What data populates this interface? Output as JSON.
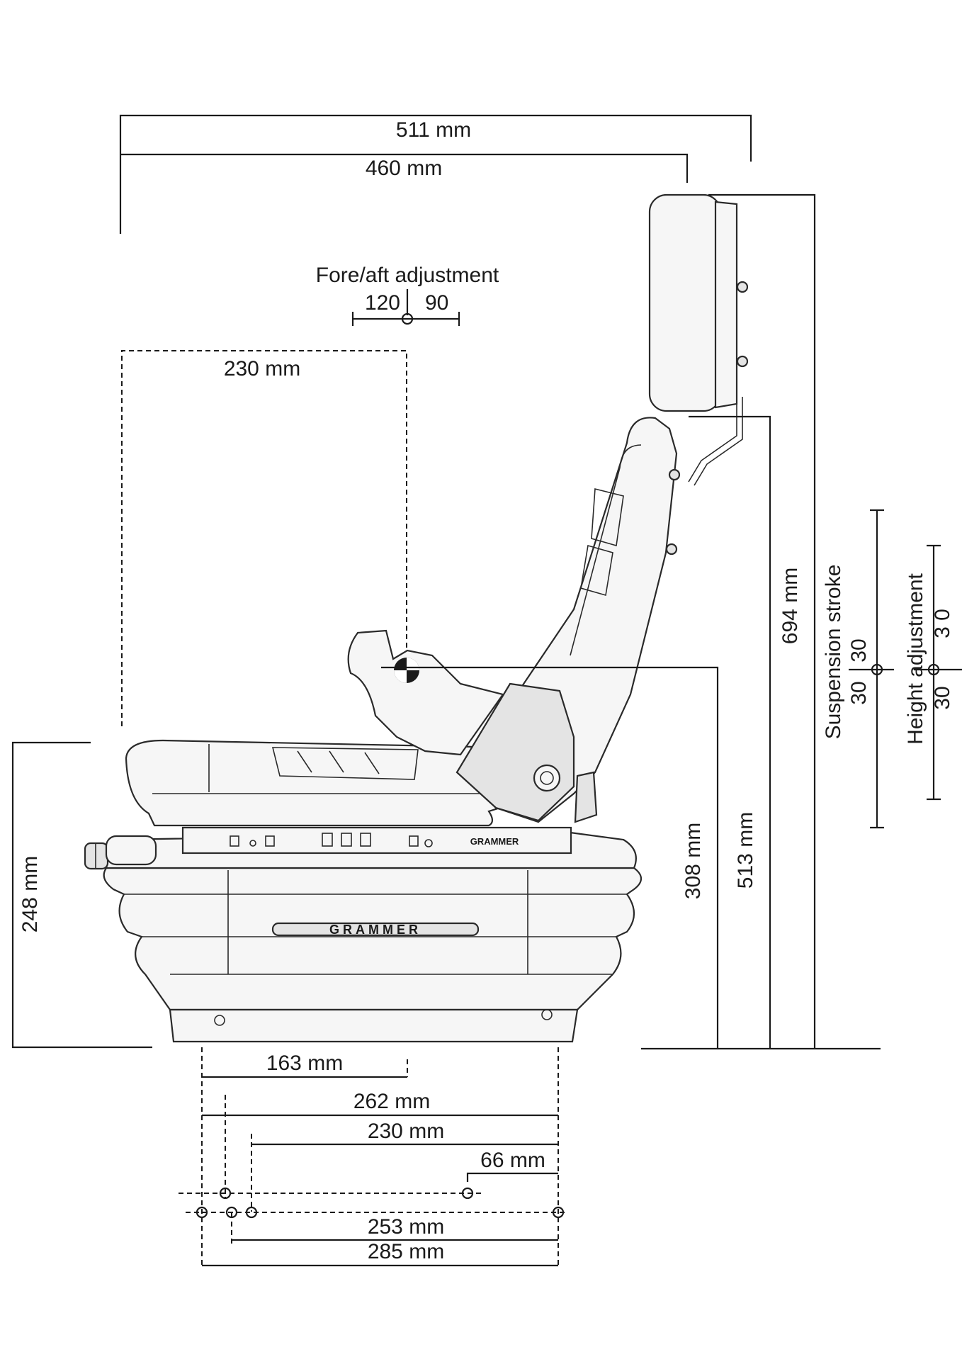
{
  "dimensions": {
    "width_overall": "511 mm",
    "width_seat": "460 mm",
    "fore_aft_title": "Fore/aft adjustment",
    "fore_aft_forward": "120",
    "fore_aft_back": "90",
    "seat_ref_depth": "230 mm",
    "height_694": "694 mm",
    "height_513": "513 mm",
    "height_308": "308 mm",
    "height_248": "248 mm",
    "suspension_stroke_title": "Suspension stroke",
    "suspension_up": "30",
    "suspension_down": "30",
    "height_adjustment_title": "Height adjustment",
    "height_adj_up": "3 0",
    "height_adj_down": "30",
    "base_163": "163 mm",
    "base_262": "262 mm",
    "base_230": "230 mm",
    "base_66": "66 mm",
    "base_253": "253 mm",
    "base_285": "285 mm"
  },
  "branding": {
    "console_label": "GRAMMER",
    "bellows_label": "GRAMMER"
  }
}
